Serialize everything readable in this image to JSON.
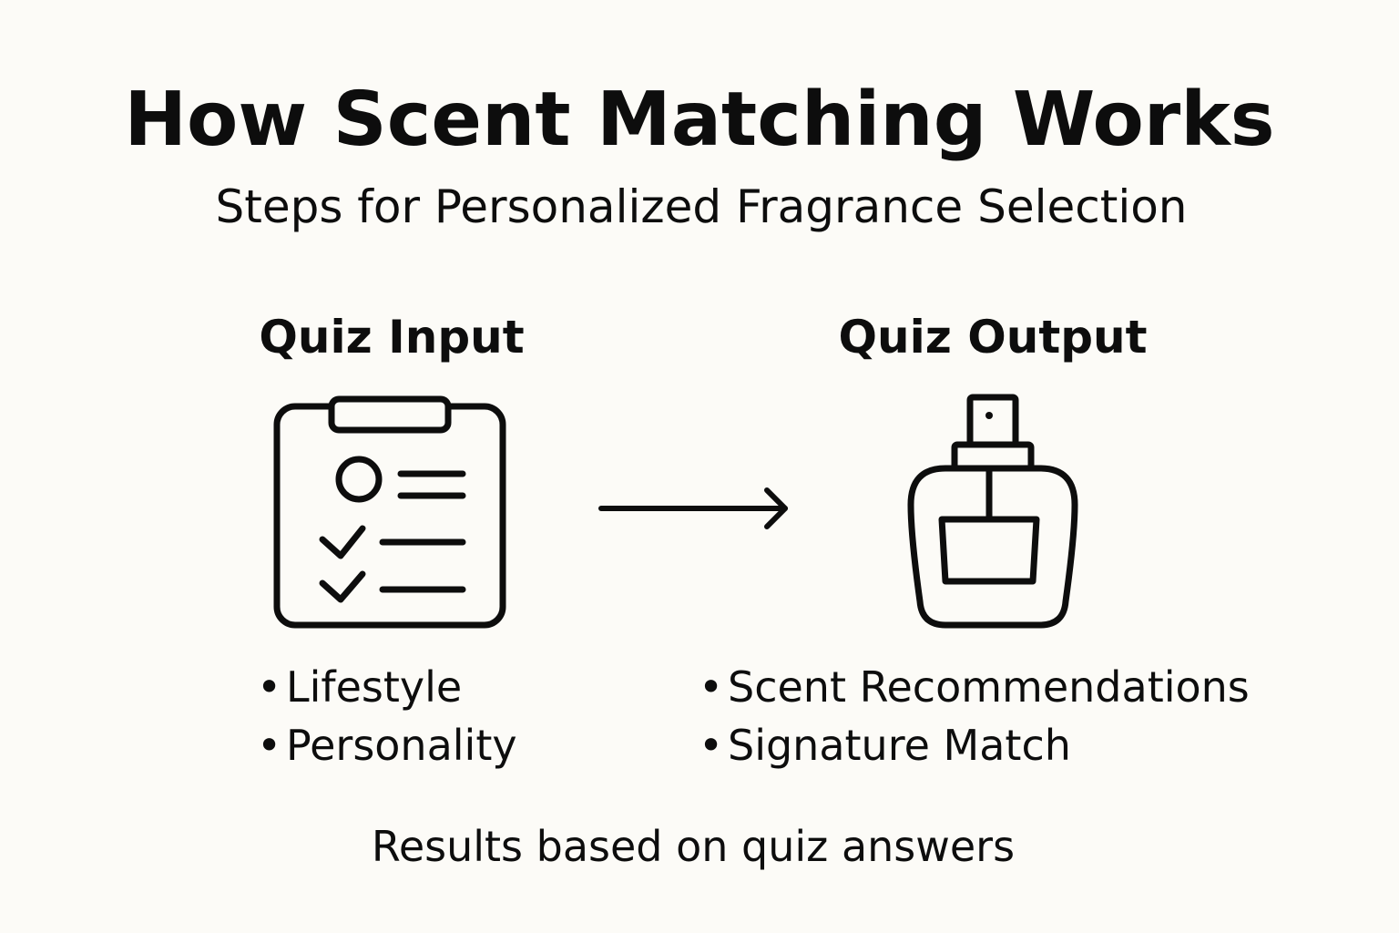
{
  "title": "How Scent Matching Works",
  "subtitle": "Steps for Personalized Fragrance Selection",
  "input": {
    "heading": "Quiz Input",
    "icon": "clipboard-checklist-icon",
    "items": [
      "Lifestyle",
      "Personality"
    ]
  },
  "flow": {
    "icon": "arrow-right-icon"
  },
  "output": {
    "heading": "Quiz Output",
    "icon": "perfume-bottle-icon",
    "items": [
      "Scent Recommendations",
      "Signature Match"
    ]
  },
  "footer": "Results based on quiz answers",
  "colors": {
    "background": "#fcfbf7",
    "ink": "#0d0d0d"
  }
}
